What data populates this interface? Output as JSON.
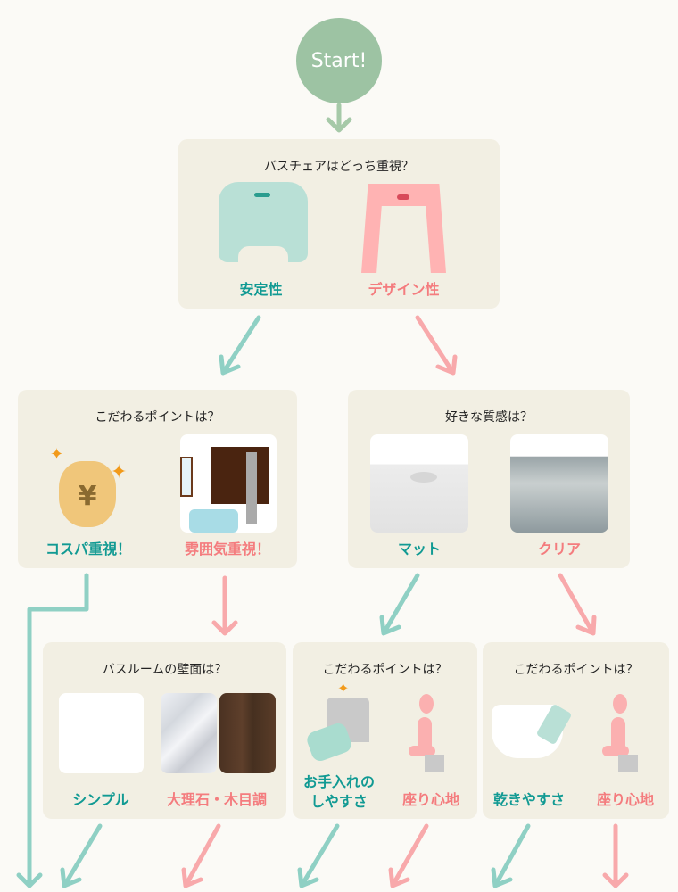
{
  "start": "Start!",
  "q1": {
    "question": "バスチェアはどっち重視？",
    "left": "安定性",
    "right": "デザイン性"
  },
  "q2a": {
    "question": "こだわるポイントは？",
    "left": "コスパ重視！",
    "right": "雰囲気重視！"
  },
  "q2b": {
    "question": "好きな質感は？",
    "left": "マット",
    "right": "クリア"
  },
  "q3a": {
    "question": "バスルームの壁面は？",
    "left": "シンプル",
    "right": "大理石・木目調"
  },
  "q3b": {
    "question": "こだわるポイントは？",
    "left": "お手入れの\nしやすさ",
    "right": "座り心地"
  },
  "q3c": {
    "question": "こだわるポイントは？",
    "left": "乾きやすさ",
    "right": "座り心地"
  },
  "colors": {
    "teal": "#119a93",
    "pink": "#f47c7e",
    "arrow_teal": "#8fd0c4",
    "arrow_pink": "#f8a9ab",
    "start": "#9dc3a3"
  }
}
